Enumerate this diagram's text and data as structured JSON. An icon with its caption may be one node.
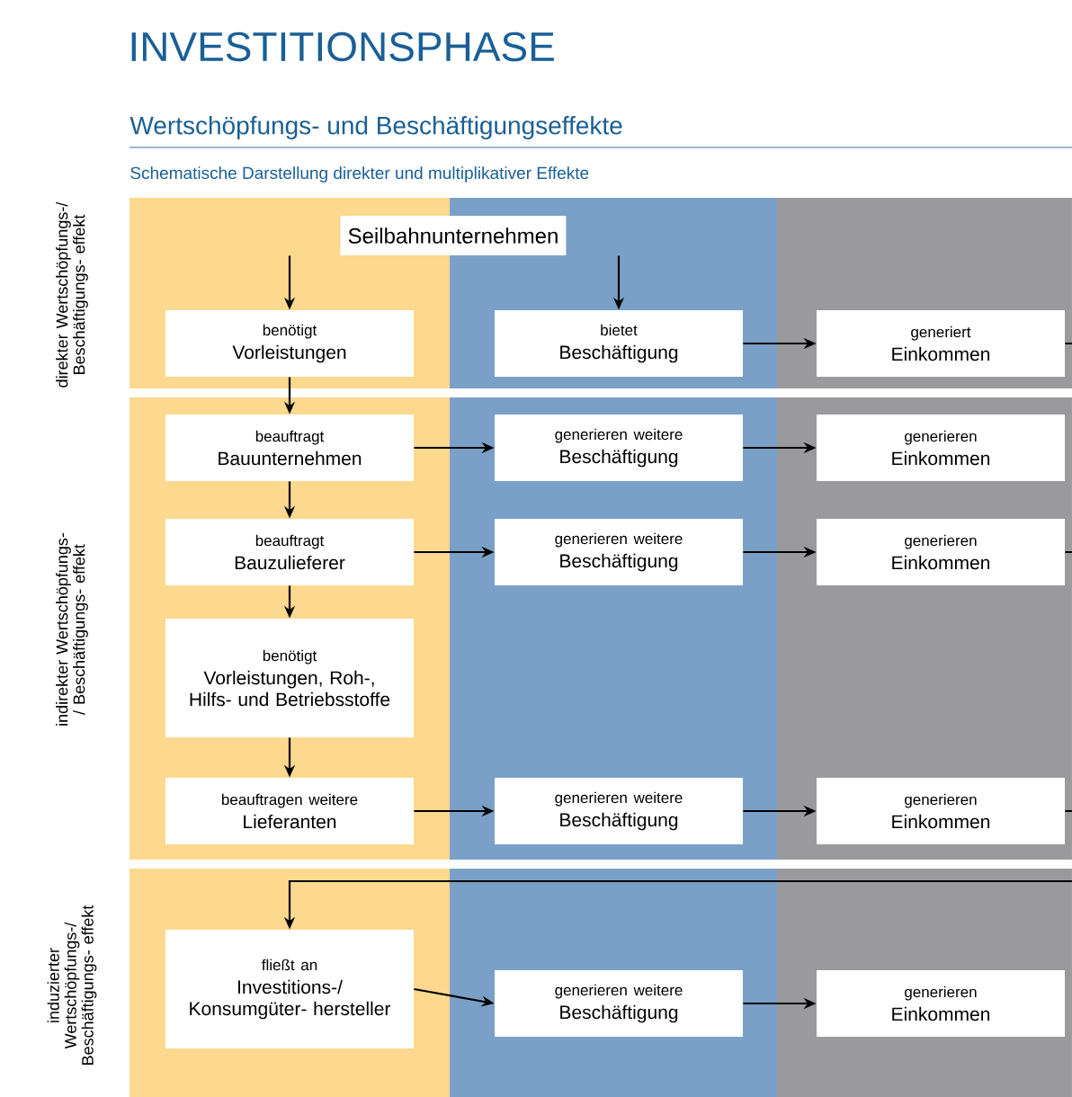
{
  "diagram": {
    "title": "INVESTITIONSPHASE",
    "nodes": [
      {
        "text": [
          "Seilbahnunternehmen"
        ]
      },
      {
        "text": [
          "benötigt",
          "Vorleistungen"
        ]
      },
      {
        "text": [
          "bietet",
          "Beschäftigung"
        ]
      },
      {
        "text": [
          "generiert",
          "Einkommen"
        ]
      },
      {
        "text": [
          "beauftragt",
          "Bauunternehmen"
        ]
      },
      {
        "text": [
          "generieren weitere",
          "Beschäftigung"
        ]
      },
      {
        "text": [
          "generieren",
          "Einkommen"
        ]
      },
      {
        "text": [
          "beauftragt",
          "Bauzulieferer"
        ]
      },
      {
        "text": [
          "generieren weitere",
          "Beschäftigung"
        ]
      },
      {
        "text": [
          "generieren",
          "Einkommen"
        ]
      },
      {
        "text": [
          "benötigt",
          "Vorleistungen, Roh-, Hilfs- und Betriebsstoffe"
        ]
      },
      {
        "text": [
          "beauftragen weitere",
          "Lieferanten"
        ]
      },
      {
        "text": [
          "generieren weitere",
          "Beschäftigung"
        ]
      },
      {
        "text": [
          "generieren",
          "Einkommen"
        ]
      },
      {
        "text": [
          "fließt an",
          "Investitions-/ Konsumgüter- hersteller"
        ]
      },
      {
        "text": [
          "generieren weitere",
          "Beschäftigung"
        ]
      },
      {
        "text": [
          "generieren",
          "Einkommen"
        ]
      }
    ],
    "edges": [
      {
        "from": 0,
        "to": 1,
        "arrow": "to"
      },
      {
        "from": 0,
        "to": 2,
        "arrow": "to"
      },
      {
        "from": 2,
        "to": 3,
        "arrow": "to"
      },
      {
        "from": 3,
        "to": null,
        "arrow": "none"
      },
      {
        "from": 1,
        "to": 4,
        "arrow": "to"
      },
      {
        "from": 4,
        "to": 5,
        "arrow": "to"
      },
      {
        "from": 5,
        "to": 6,
        "arrow": "to"
      },
      {
        "from": 4,
        "to": 7,
        "arrow": "to"
      },
      {
        "from": 7,
        "to": 8,
        "arrow": "to"
      },
      {
        "from": 8,
        "to": 9,
        "arrow": "to"
      },
      {
        "from": 9,
        "to": null,
        "arrow": "none"
      },
      {
        "from": 7,
        "to": 10,
        "arrow": "to"
      },
      {
        "from": 10,
        "to": 11,
        "arrow": "to"
      },
      {
        "from": 11,
        "to": 12,
        "arrow": "to"
      },
      {
        "from": 12,
        "to": 13,
        "arrow": "to"
      },
      {
        "from": 13,
        "to": null,
        "arrow": "none"
      },
      {
        "from": null,
        "to": 14,
        "arrow": "to"
      },
      {
        "from": 14,
        "to": 15,
        "arrow": "to"
      },
      {
        "from": 15,
        "to": 16,
        "arrow": "to"
      }
    ],
    "labels": [
      "Wertschöpfungs- und Beschäftigungseffekte",
      "Schematische Darstellung direkter und multiplikativer Effekte",
      "direkter Wertschöpfungs-/ Beschäftigungs- effekt",
      "indirekter Wertschöpfungs-/ Beschäftigungs- effekt",
      "induzierter Wertschöpfungs-/ Beschäftigungs- effekt"
    ]
  }
}
